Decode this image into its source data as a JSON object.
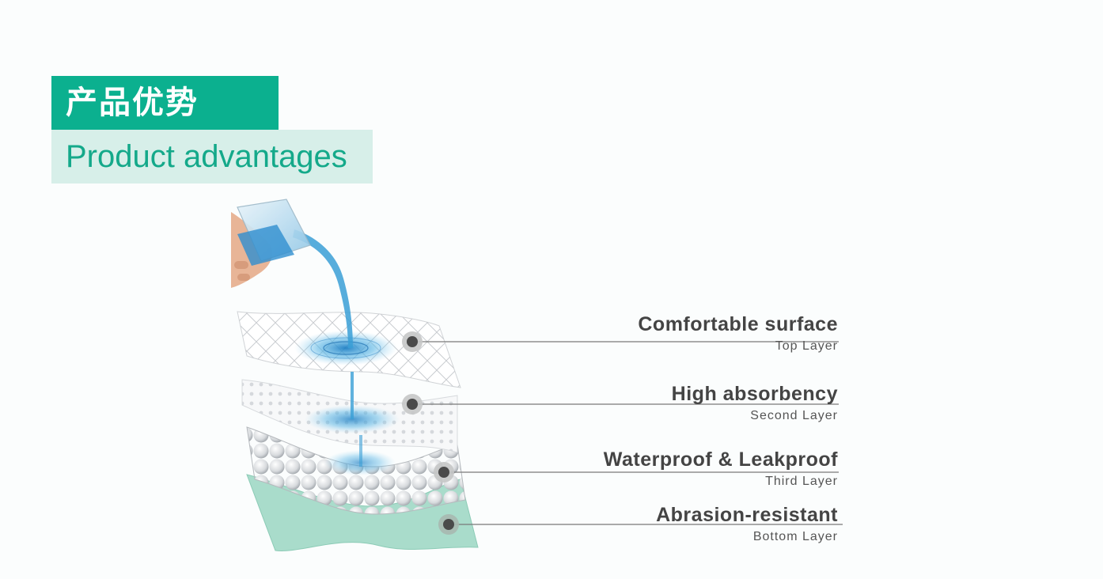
{
  "header": {
    "title_cn": "产品优势",
    "title_en": "Product advantages"
  },
  "colors": {
    "accent": "#0bb08f",
    "accent_light": "#d7efe9",
    "water": "#3a9fd6",
    "bottom_layer": "#a9dccb"
  },
  "layers": [
    {
      "title": "Comfortable surface",
      "subtitle": "Top Layer"
    },
    {
      "title": "High absorbency",
      "subtitle": "Second Layer"
    },
    {
      "title": "Waterproof & Leakproof",
      "subtitle": "Third Layer"
    },
    {
      "title": "Abrasion-resistant",
      "subtitle": "Bottom Layer"
    }
  ]
}
